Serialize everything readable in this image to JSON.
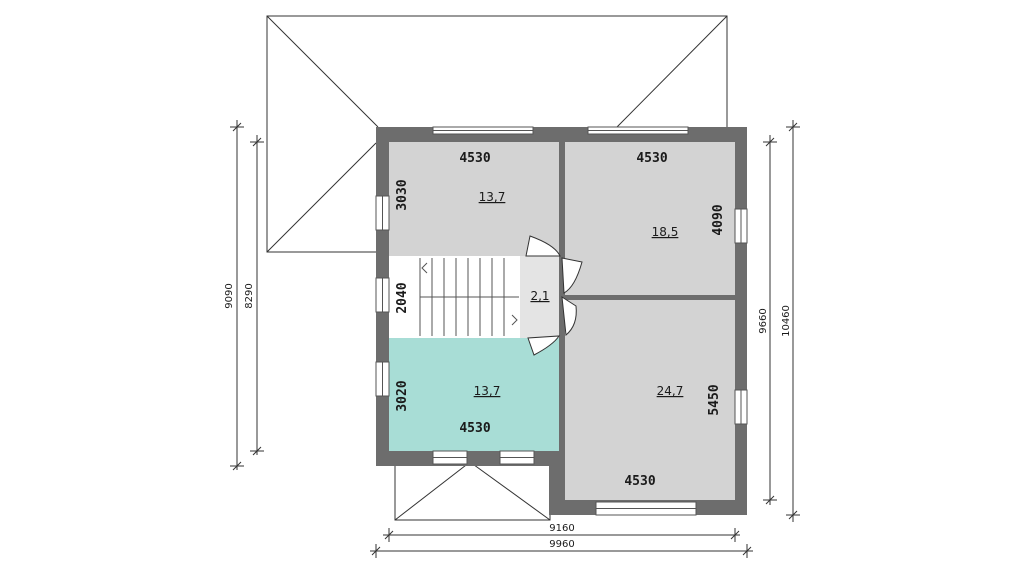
{
  "plan": {
    "rooms": [
      {
        "id": "room-nw",
        "area": "13,7",
        "width": "4530",
        "depth": "3030"
      },
      {
        "id": "room-ne",
        "area": "18,5",
        "width": "4530",
        "depth": "4090"
      },
      {
        "id": "stair-hall",
        "area": "2,1",
        "depth": "2040"
      },
      {
        "id": "room-sw",
        "area": "13,7",
        "width": "4530",
        "depth": "3020"
      },
      {
        "id": "room-se",
        "area": "24,7",
        "width": "4530",
        "depth": "5450"
      }
    ],
    "overall_dims": {
      "left_outer": "9090",
      "left_inner": "8290",
      "right_inner": "9660",
      "right_outer": "10460",
      "bottom_inner": "9160",
      "bottom_outer": "9960"
    },
    "colors": {
      "wall": "#6d6d6d",
      "room_fill": "#d3d3d3",
      "highlight_room": "#a8ddd6",
      "hall_fill": "#e4e4e4",
      "line": "#333333"
    }
  }
}
